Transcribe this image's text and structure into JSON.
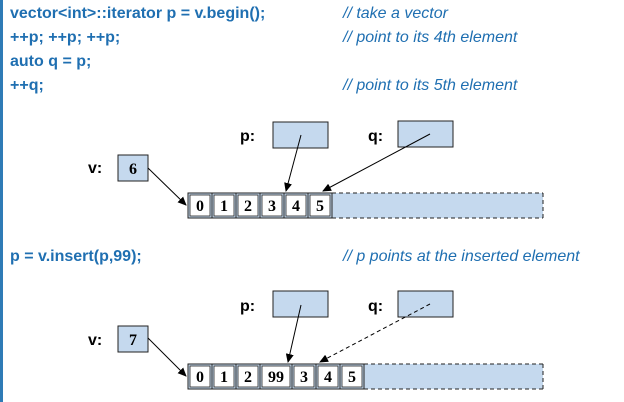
{
  "colors": {
    "code": "#1f6fb1",
    "cell_fill": "#c5d9ee",
    "border": "#2e7bb6"
  },
  "section1": {
    "code_lines": [
      "vector<int>::iterator p = v.begin();",
      "++p; ++p; ++p;",
      "auto q = p;",
      "++q;"
    ],
    "comments": [
      "// take a vector",
      "// point to its 4th element",
      "",
      "// point to its 5th element"
    ],
    "p_label": "p:",
    "q_label": "q:",
    "v_label": "v:",
    "size_value": "6",
    "elements": [
      "0",
      "1",
      "2",
      "3",
      "4",
      "5"
    ]
  },
  "section2": {
    "code_line": "p = v.insert(p,99);",
    "comment": "// p points at the inserted element",
    "p_label": "p:",
    "q_label": "q:",
    "v_label": "v:",
    "size_value": "7",
    "elements": [
      "0",
      "1",
      "2",
      "99",
      "3",
      "4",
      "5"
    ]
  }
}
